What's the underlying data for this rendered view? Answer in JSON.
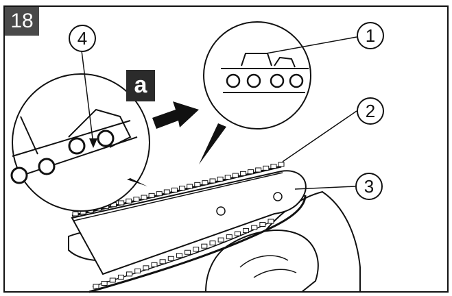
{
  "step_number": "18",
  "detail_label": "a",
  "callouts": {
    "c1": "1",
    "c2": "2",
    "c3": "3",
    "c4": "4"
  },
  "colors": {
    "badge_bg": "#4a4a4a",
    "label_bg": "#2b2b2b",
    "line": "#111111"
  }
}
